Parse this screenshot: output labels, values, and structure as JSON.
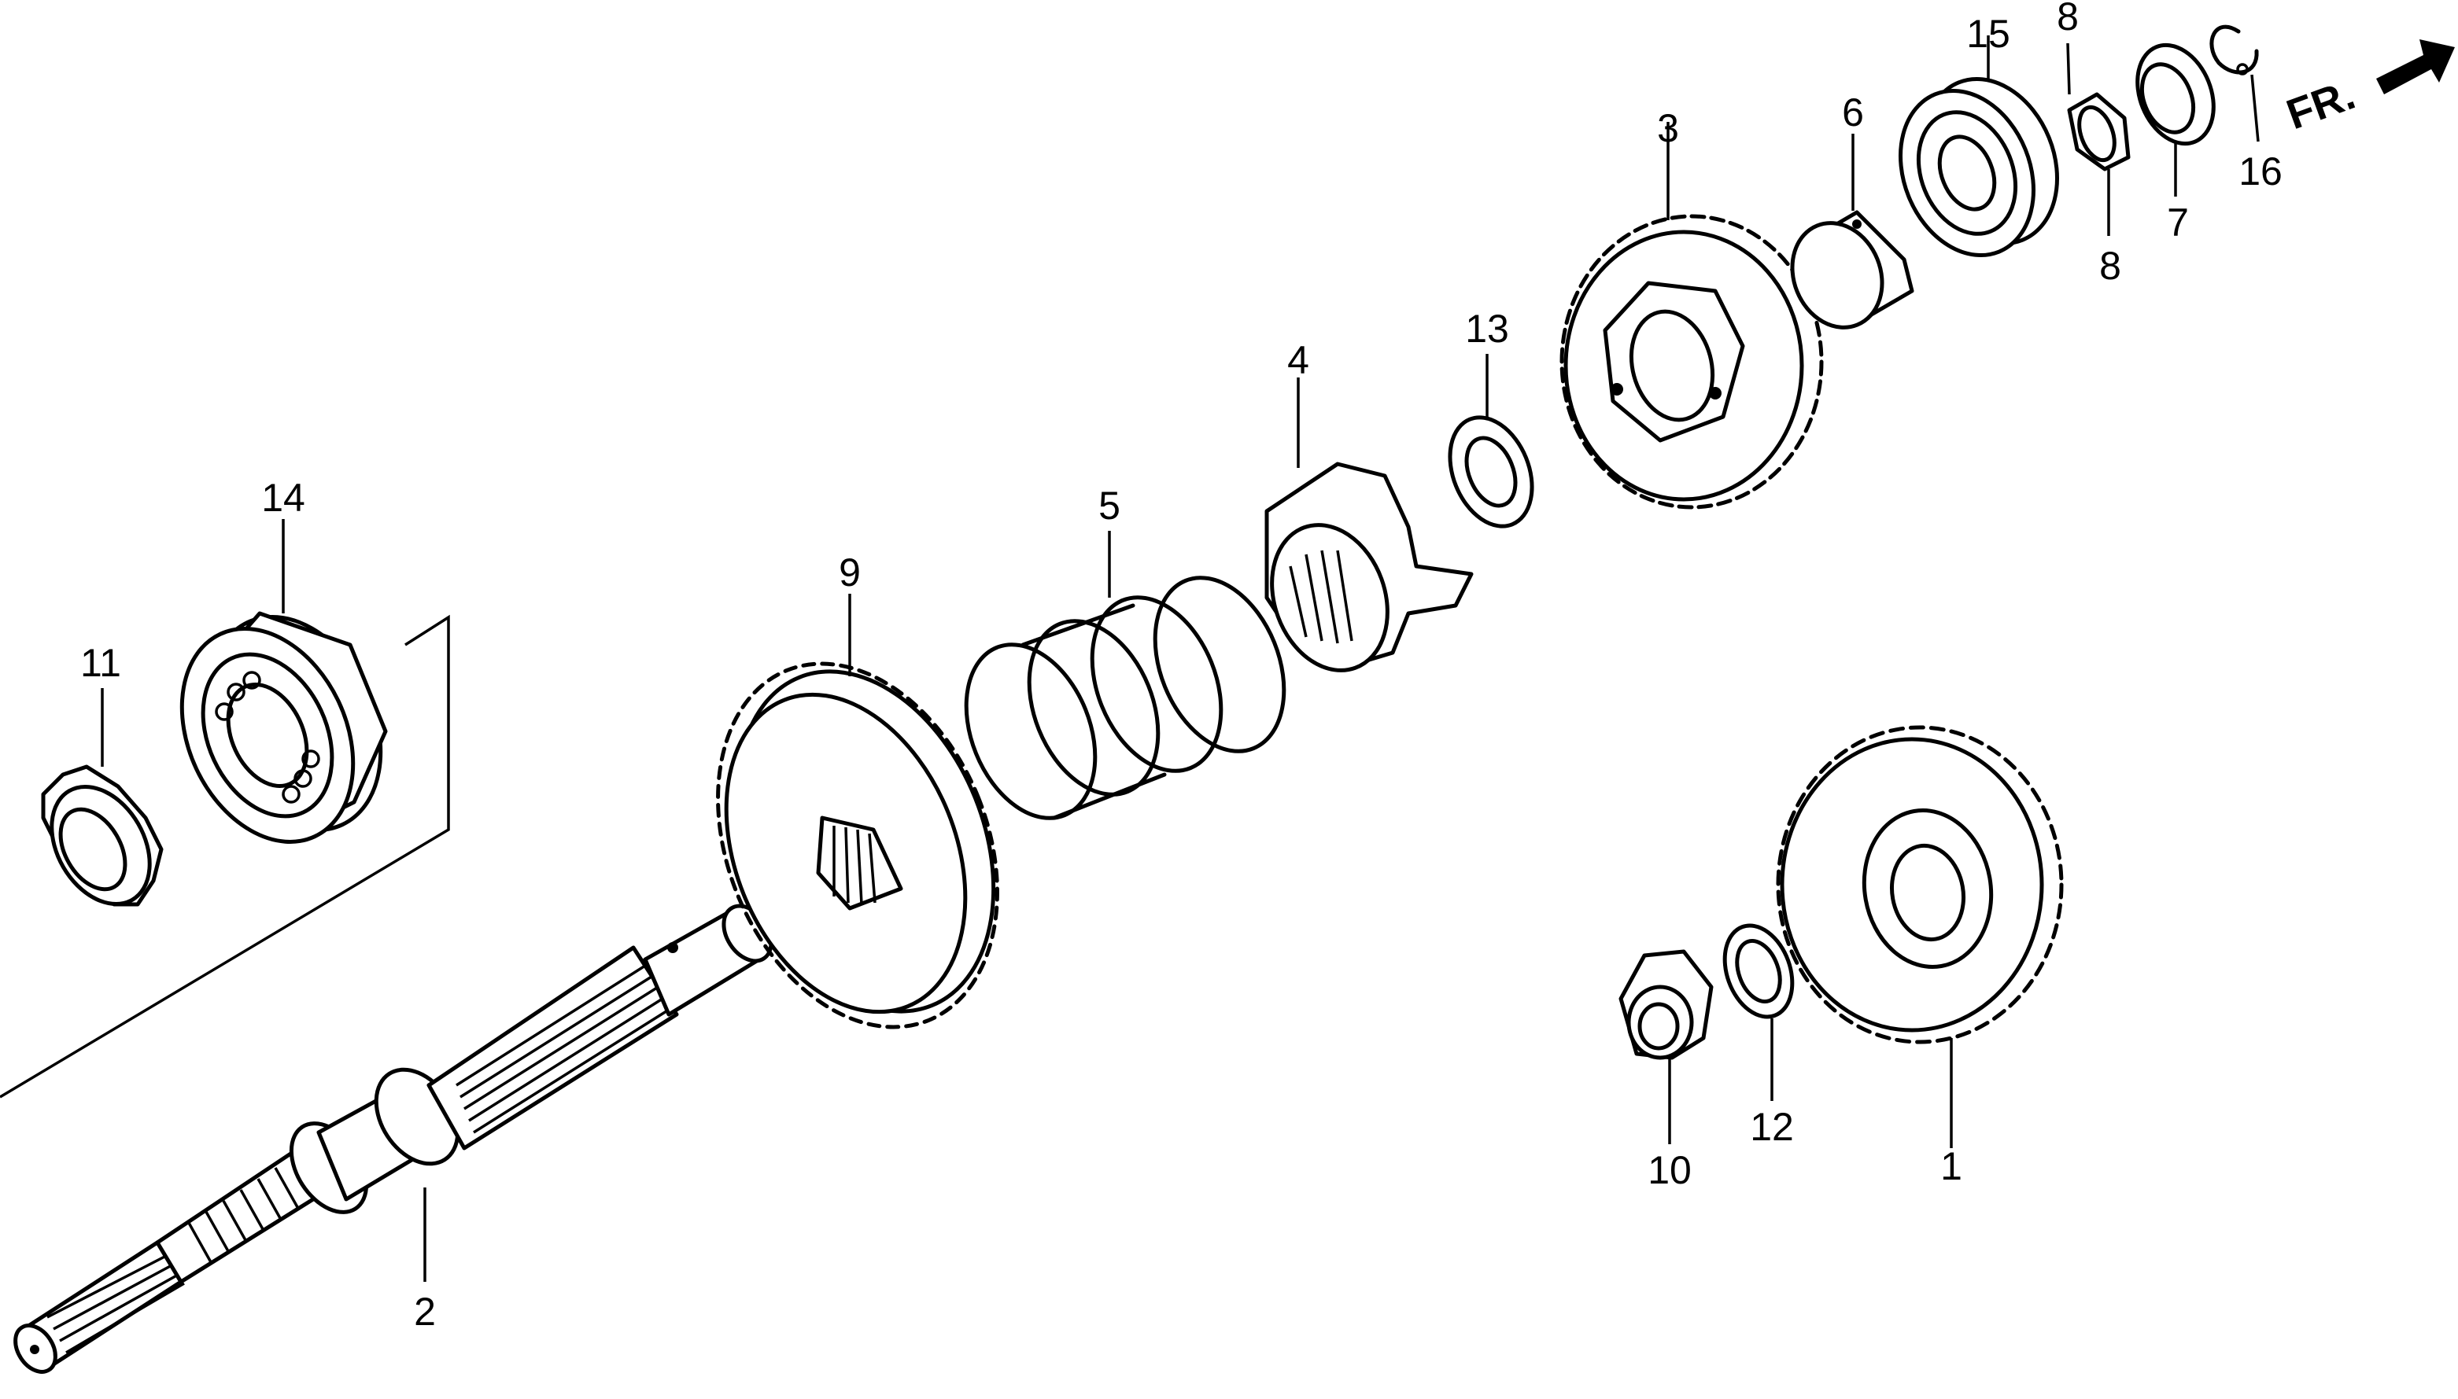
{
  "diagram": {
    "labels": {
      "p1": "1",
      "p2": "2",
      "p3": "3",
      "p4": "4",
      "p5": "5",
      "p6": "6",
      "p7": "7",
      "p8a": "8",
      "p8b": "8",
      "p9": "9",
      "p10": "10",
      "p11": "11",
      "p12": "12",
      "p13": "13",
      "p14": "14",
      "p15": "15",
      "p16": "16"
    },
    "front_marker": "FR."
  }
}
